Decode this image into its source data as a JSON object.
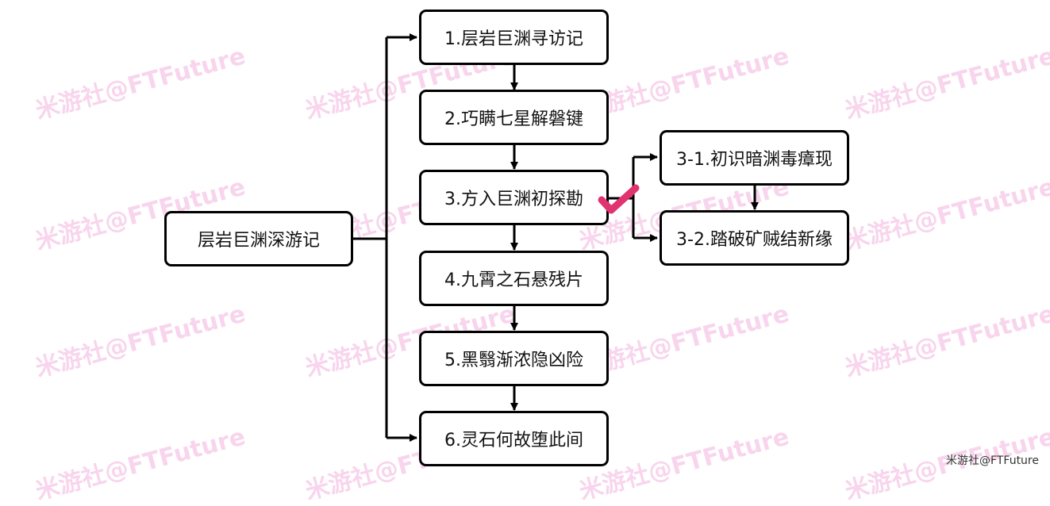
{
  "diagram": {
    "root": "层岩巨渊深游记",
    "steps": [
      "1.层岩巨渊寻访记",
      "2.巧瞒七星解磐键",
      "3.方入巨渊初探勘",
      "4.九霄之石悬残片",
      "5.黑翳渐浓隐凶险",
      "6.灵石何故堕此间"
    ],
    "substeps": [
      "3-1.初识暗渊毒瘴现",
      "3-2.踏破矿贼结新缘"
    ],
    "checkmark_icon": "check-mark-icon",
    "checkmark_color": "#e0336f"
  },
  "watermark": "米游社@FTFuture",
  "credit": "米游社@FTFuture"
}
